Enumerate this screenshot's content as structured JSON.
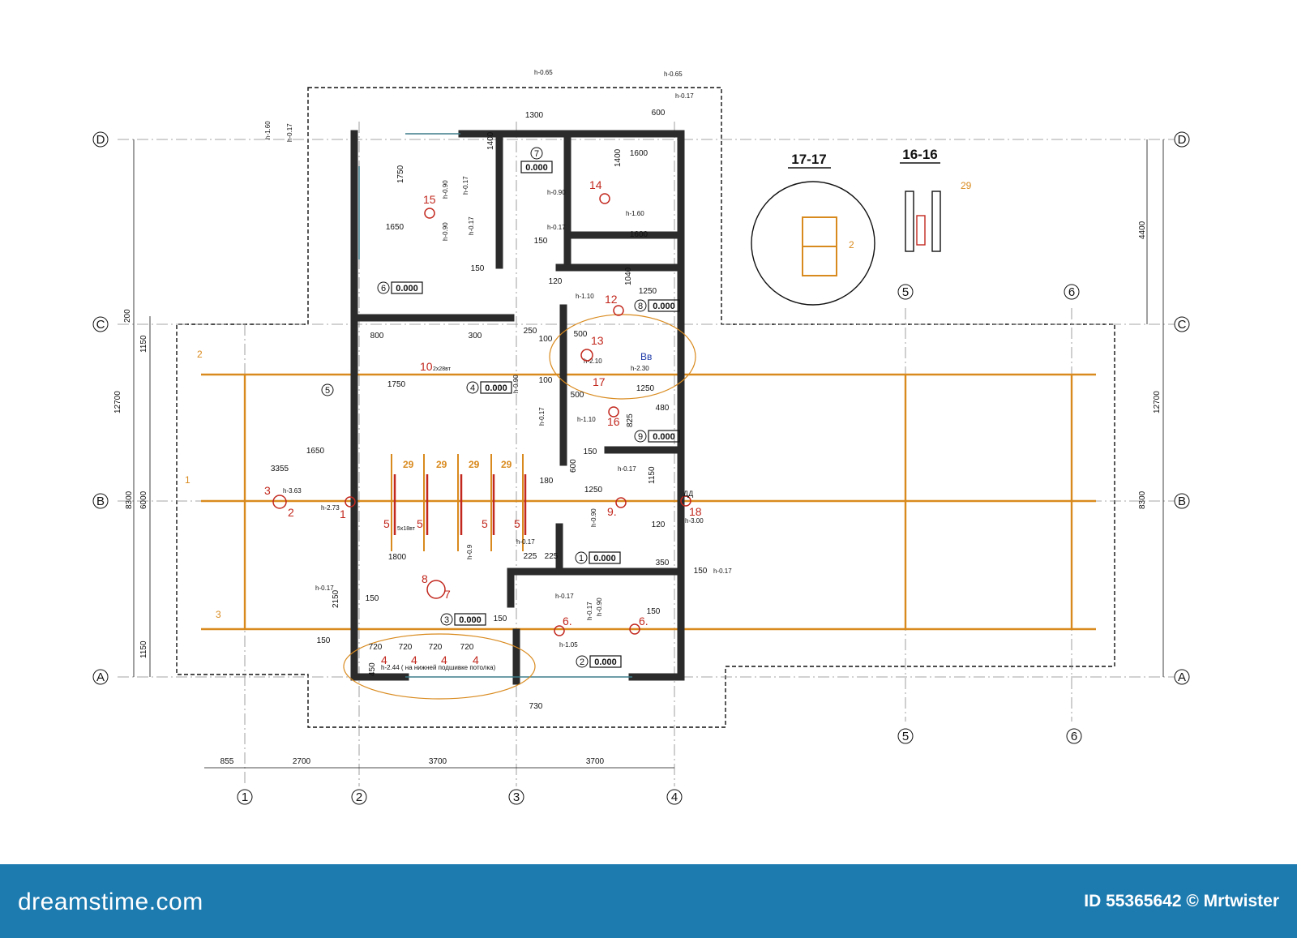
{
  "axes": {
    "letters": [
      "D",
      "C",
      "B",
      "A"
    ],
    "numbers": [
      "1",
      "2",
      "3",
      "4",
      "5",
      "6"
    ]
  },
  "dims": {
    "bottom": [
      "855",
      "2700",
      "3700",
      "3700"
    ],
    "left": [
      "200",
      "1150",
      "12700",
      "8300",
      "6000",
      "1150"
    ],
    "right": [
      "4400",
      "12700",
      "8300"
    ],
    "interior": [
      "1300",
      "600",
      "1400",
      "1600",
      "1750",
      "1650",
      "1400",
      "1600",
      "150",
      "150",
      "120",
      "1040",
      "1250",
      "800",
      "300",
      "250",
      "500",
      "100",
      "1750",
      "100",
      "500",
      "1250",
      "480",
      "825",
      "150",
      "600",
      "180",
      "1650",
      "3355",
      "1250",
      "1150",
      "120",
      "1800",
      "225",
      "225",
      "350",
      "150",
      "2150",
      "150",
      "150",
      "150",
      "150",
      "720",
      "720",
      "720",
      "720",
      "450",
      "730"
    ]
  },
  "rooms": [
    {
      "n": "7",
      "v": "0.000"
    },
    {
      "n": "6",
      "v": "0.000"
    },
    {
      "n": "8",
      "v": "0.000"
    },
    {
      "n": "4",
      "v": "0.000"
    },
    {
      "n": "9",
      "v": "0.000"
    },
    {
      "n": "1",
      "v": "0.000"
    },
    {
      "n": "3",
      "v": "0.000"
    },
    {
      "n": "2",
      "v": "0.000"
    },
    {
      "n": "5",
      "v": ""
    }
  ],
  "sections": {
    "s17": "17-17",
    "s16": "16-16"
  },
  "heights": [
    "h-0.65",
    "h-0.65",
    "h-0.17",
    "h-1.60",
    "h-0.17",
    "h-0.90",
    "h-0.17",
    "h-1.60",
    "h-0.17",
    "h-0.90",
    "h-0.17",
    "h-0.90",
    "h-1.10",
    "h-2.10",
    "h-2.30",
    "h-0.90",
    "h-0.17",
    "h-1.10",
    "h-3.63",
    "h-2.73",
    "h-0.17",
    "h-0.9",
    "h-0.17",
    "h-3.00",
    "h-0.17",
    "h-0.90",
    "h-0.17",
    "h-1.05",
    "h-0.17",
    "h-0.90",
    "h-0.17"
  ],
  "markers_red": [
    "15",
    "14",
    "12",
    "13",
    "17",
    "16",
    "10",
    "3",
    "2",
    "9.",
    "18",
    "8",
    "7",
    "6.",
    "6.",
    "1",
    "4",
    "4",
    "4",
    "4",
    "5",
    "5",
    "5",
    "5"
  ],
  "markers_orange": [
    "29",
    "29",
    "29",
    "29",
    "29",
    "29",
    "2",
    "1",
    "2",
    "3"
  ],
  "notes": {
    "ceiling": "h-2.44 ( на нижней подшивке потолка)",
    "lamp": "5x18вт",
    "lamp2": "2х28вт",
    "bv": "Вв",
    "dd": "ДД"
  },
  "footer": {
    "brand": "dreamstime.com",
    "credit": "ID 55365642 © Mrtwister"
  }
}
